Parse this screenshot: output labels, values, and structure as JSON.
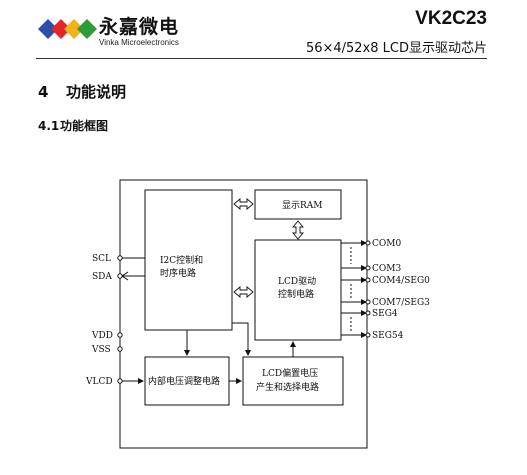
{
  "header": {
    "brand_cn": "永嘉微电",
    "brand_en": "Vinka Microelectronics",
    "model": "VK2C23",
    "subtitle": "56×4/52x8 LCD显示驱动芯片"
  },
  "section": {
    "number": "4",
    "title": "功能说明"
  },
  "subsection": {
    "number": "4.1",
    "title": "功能框图"
  },
  "diagram": {
    "blocks": {
      "i2c_line1": "I2C控制和",
      "i2c_line2": "时序电路",
      "ram": "显示RAM",
      "lcd_line1": "LCD驱动",
      "lcd_line2": "控制电路",
      "reg": "内部电压调整电路",
      "bias_line1": "LCD偏置电压",
      "bias_line2": "产生和选择电路"
    },
    "pins_left": {
      "scl": "SCL",
      "sda": "SDA",
      "vdd": "VDD",
      "vss": "VSS",
      "vlcd": "VLCD"
    },
    "pins_right": {
      "com0": "COM0",
      "com3": "COM3",
      "com4": "COM4/SEG0",
      "com7": "COM7/SEG3",
      "seg4": "SEG4",
      "seg54": "SEG54"
    }
  }
}
